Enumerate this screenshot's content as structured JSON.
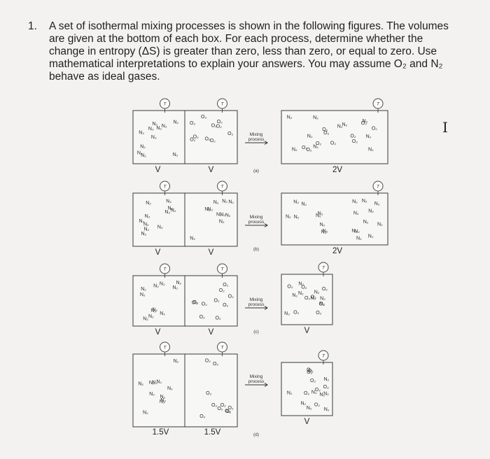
{
  "question": {
    "number": "1.",
    "lines": [
      "A set of isothermal mixing processes is shown in the following figures. The volumes",
      "are given at the bottom of each box. For each process, determine whether the",
      "change in entropy (ΔS) is greater than zero, less than zero, or equal to zero. Use",
      "mathematical interpretations to explain your answers. You may assume O₂ and N₂",
      "behave as ideal gases."
    ]
  },
  "thermometer_label": "T",
  "process_label_line1": "Mixing",
  "process_label_line2": "process",
  "rows": [
    {
      "id": "a",
      "label": "(a)",
      "left_box": {
        "volume": "V",
        "gas": "N₂"
      },
      "middle_box": {
        "volume": "V",
        "gas": "O₂"
      },
      "result_box": {
        "volume": "2V",
        "gases": "N₂ + O₂"
      }
    },
    {
      "id": "b",
      "label": "(b)",
      "left_box": {
        "volume": "V",
        "gas": "N₂"
      },
      "middle_box": {
        "volume": "V",
        "gas": "N₂"
      },
      "result_box": {
        "volume": "2V",
        "gases": "N₂"
      }
    },
    {
      "id": "c",
      "label": "(c)",
      "left_box": {
        "volume": "V",
        "gas": "N₂"
      },
      "middle_box": {
        "volume": "V",
        "gas": "O₂"
      },
      "result_box": {
        "volume": "V",
        "gases": "N₂ + O₂"
      }
    },
    {
      "id": "d",
      "label": "(d)",
      "left_box": {
        "volume": "1.5V",
        "gas": "N₂"
      },
      "middle_box": {
        "volume": "1.5V",
        "gas": "O₂"
      },
      "result_box": {
        "volume": "V",
        "gases": "N₂ + O₂"
      }
    }
  ]
}
